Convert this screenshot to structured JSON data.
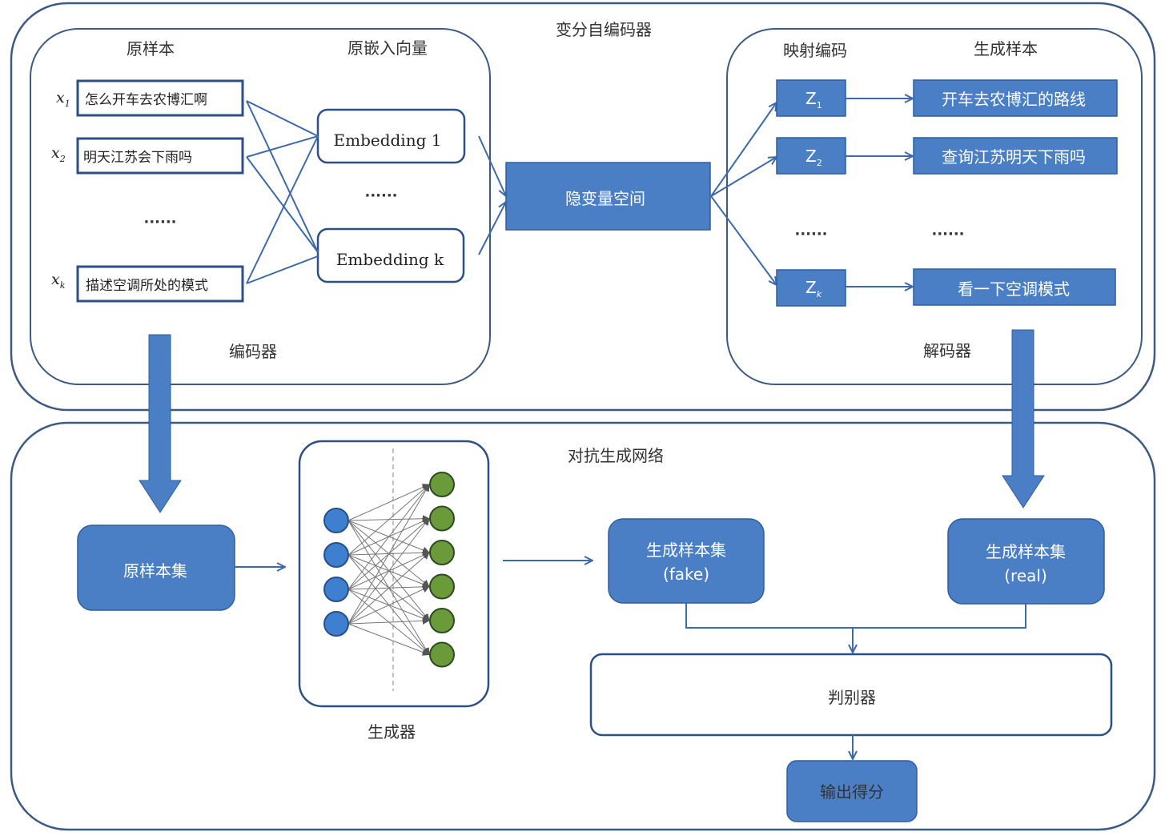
{
  "vae": {
    "title": "变分自编码器",
    "encoder": {
      "label": "编码器",
      "samples_header": "原样本",
      "embeddings_header": "原嵌入向量",
      "samples": [
        {
          "var": "x",
          "sub": "1",
          "text": "怎么开车去农博汇啊"
        },
        {
          "var": "x",
          "sub": "2",
          "text": "明天江苏会下雨吗"
        },
        {
          "var": "x",
          "sub": "k",
          "text": "描述空调所处的模式"
        }
      ],
      "samples_ellipsis": "······",
      "embeddings": [
        "Embedding 1",
        "Embedding k"
      ],
      "embeddings_ellipsis": "······"
    },
    "latent_space": "隐变量空间",
    "decoder": {
      "label": "解码器",
      "codes_header": "映射编码",
      "generated_header": "生成样本",
      "codes": [
        {
          "var": "Z",
          "sub": "1"
        },
        {
          "var": "Z",
          "sub": "2"
        },
        {
          "var": "Z",
          "sub": "k"
        }
      ],
      "generated": [
        "开车去农博汇的路线",
        "查询江苏明天下雨吗",
        "看一下空调模式"
      ],
      "codes_ellipsis": "······",
      "generated_ellipsis": "······"
    }
  },
  "gan": {
    "title": "对抗生成网络",
    "original_set": "原样本集",
    "generator_label": "生成器",
    "generator_network": {
      "input_nodes": 4,
      "output_nodes": 6
    },
    "fake_set": {
      "title": "生成样本集",
      "tag": "(fake)"
    },
    "real_set": {
      "title": "生成样本集",
      "tag": "(real)"
    },
    "discriminator": "判别器",
    "output": "输出得分"
  },
  "colors": {
    "box_fill": "#4a7fc5",
    "border": "#3d5a85",
    "input_node": "#3f7fd0",
    "output_node": "#6a9a3a"
  }
}
